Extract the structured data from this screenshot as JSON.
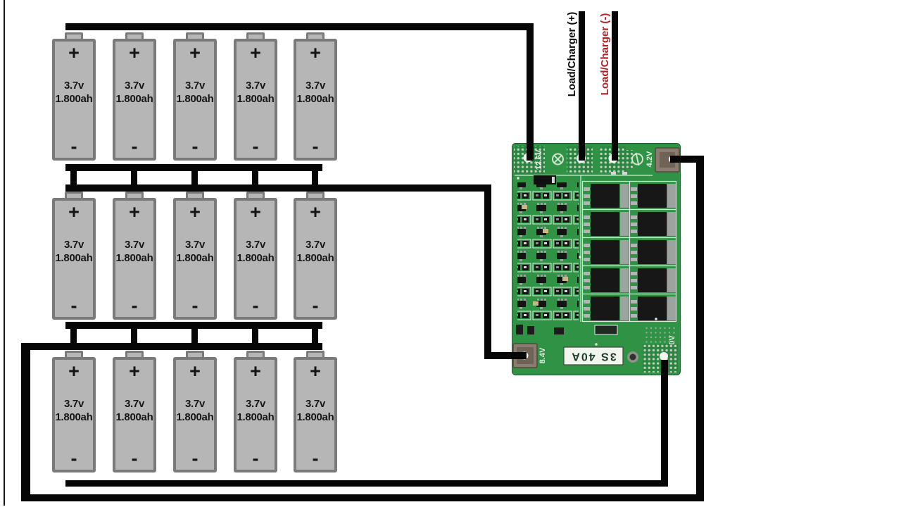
{
  "labels": {
    "load_charger_plus": "Load/Charger (+)",
    "load_charger_minus": "Load/Charger (-)"
  },
  "battery": {
    "positive": "+",
    "negative": "-",
    "voltage": "3.7v",
    "capacity": "1.800ah",
    "count": 15
  },
  "bms": {
    "terminal_pack_positive": "12.6V",
    "terminal_mid_high": "8.4V",
    "terminal_mid_low": "4.2V",
    "terminal_pack_negative": "0V",
    "model": "3S 40A"
  },
  "colors": {
    "wire": "#060606",
    "negative_label_red": "#b22024",
    "pcb_green": "#2f9245",
    "battery_fill": "#b6b6b6",
    "battery_border": "#7a7a7a"
  }
}
